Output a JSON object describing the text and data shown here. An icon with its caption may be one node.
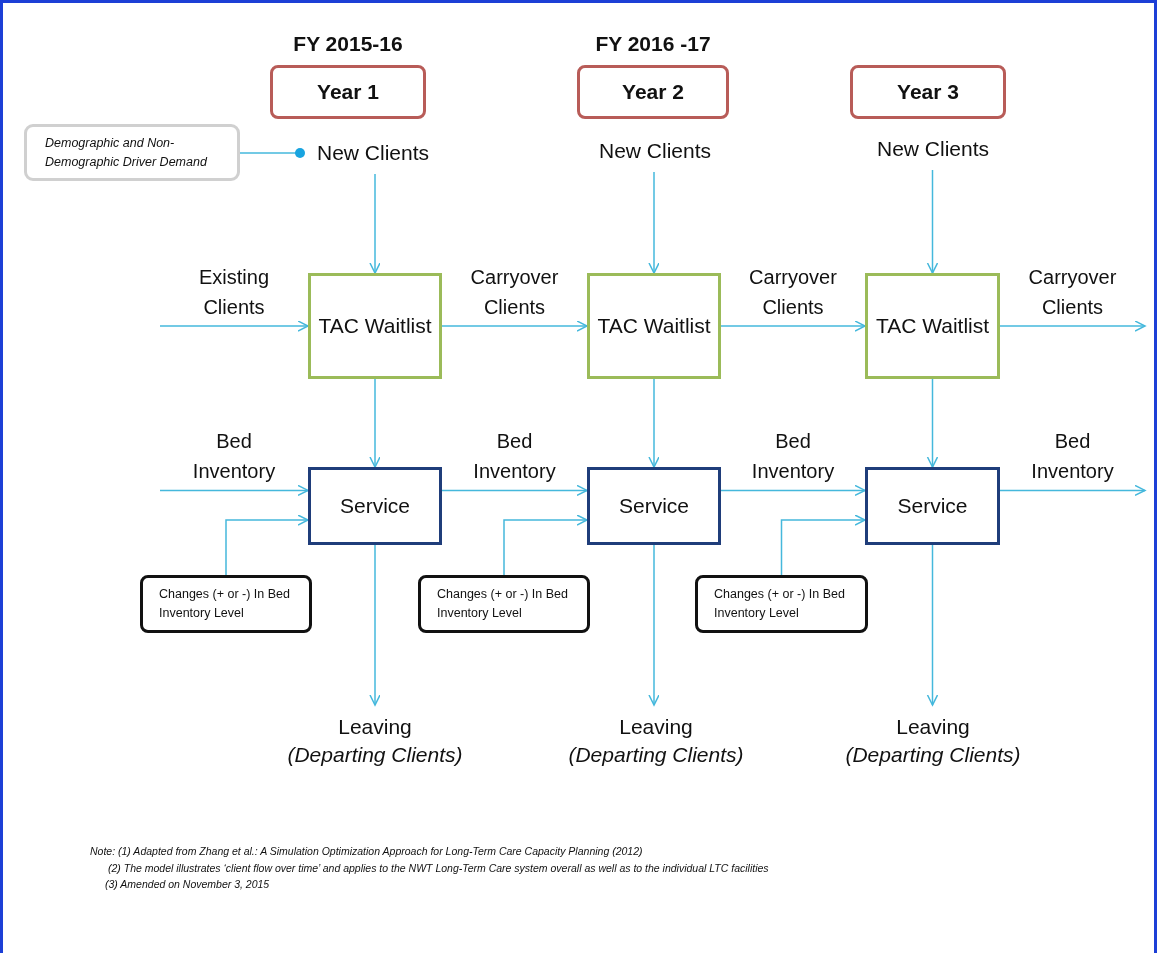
{
  "diagram": {
    "nodes": [
      {
        "text": [
          "Year 1"
        ],
        "beside": [
          "FY 2015-16"
        ]
      },
      {
        "text": [
          "Year 2"
        ],
        "beside": [
          "FY 2016 -17"
        ]
      },
      {
        "text": [
          "Year 3"
        ]
      },
      {
        "text": [
          "Demographic and Non-Demographic Driver Demand"
        ]
      },
      {
        "text": [
          "New Clients"
        ]
      },
      {
        "text": [
          "New Clients"
        ]
      },
      {
        "text": [
          "New Clients"
        ]
      },
      {
        "text": [
          "TAC Waitlist"
        ]
      },
      {
        "text": [
          "TAC Waitlist"
        ]
      },
      {
        "text": [
          "TAC Waitlist"
        ]
      },
      {
        "text": [
          "Service"
        ]
      },
      {
        "text": [
          "Service"
        ]
      },
      {
        "text": [
          "Service"
        ]
      },
      {
        "text": [
          "Changes (+ or -) In Bed Inventory Level"
        ]
      },
      {
        "text": [
          "Changes (+ or -) In Bed Inventory Level"
        ]
      },
      {
        "text": [
          "Changes (+ or -) In Bed Inventory Level"
        ]
      },
      {
        "text": [
          "Leaving",
          "(Departing Clients)"
        ]
      },
      {
        "text": [
          "Leaving",
          "(Departing Clients)"
        ]
      },
      {
        "text": [
          "Leaving",
          "(Departing Clients)"
        ]
      }
    ],
    "edges": [
      {
        "from": 3,
        "to": 4,
        "arrow": "other"
      },
      {
        "from": 4,
        "to": 7,
        "arrow": "to"
      },
      {
        "from": 5,
        "to": 8,
        "arrow": "to"
      },
      {
        "from": 6,
        "to": 9,
        "arrow": "to"
      },
      {
        "from": null,
        "to": 7,
        "arrow": "to",
        "label": "Existing Clients"
      },
      {
        "from": 7,
        "to": 8,
        "arrow": "to",
        "label": "Carryover Clients"
      },
      {
        "from": 8,
        "to": 9,
        "arrow": "to",
        "label": "Carryover Clients"
      },
      {
        "from": 9,
        "to": null,
        "arrow": "to",
        "label": "Carryover Clients"
      },
      {
        "from": 7,
        "to": 10,
        "arrow": "to"
      },
      {
        "from": 8,
        "to": 11,
        "arrow": "to"
      },
      {
        "from": 9,
        "to": 12,
        "arrow": "to"
      },
      {
        "from": null,
        "to": 10,
        "arrow": "to",
        "label": "Bed Inventory"
      },
      {
        "from": 10,
        "to": 11,
        "arrow": "to",
        "label": "Bed Inventory"
      },
      {
        "from": 11,
        "to": 12,
        "arrow": "to",
        "label": "Bed Inventory"
      },
      {
        "from": 12,
        "to": null,
        "arrow": "to",
        "label": "Bed Inventory"
      },
      {
        "from": 13,
        "to": 10,
        "arrow": "to"
      },
      {
        "from": 14,
        "to": 11,
        "arrow": "to"
      },
      {
        "from": 15,
        "to": 12,
        "arrow": "to"
      },
      {
        "from": 10,
        "to": 16,
        "arrow": "to"
      },
      {
        "from": 11,
        "to": 17,
        "arrow": "to"
      },
      {
        "from": 12,
        "to": 18,
        "arrow": "to"
      }
    ],
    "labels": [
      "Note:  (1)  Adapted from Zhang et al.:  A Simulation Optimization Approach for Long-Term Care Capacity Planning (2012)",
      "(2) The model illustrates ‘client flow over time’ and applies to the NWT Long-Term Care system overall as well as to the individual LTC facilities",
      "(3)  Amended on November 3, 2015"
    ]
  }
}
